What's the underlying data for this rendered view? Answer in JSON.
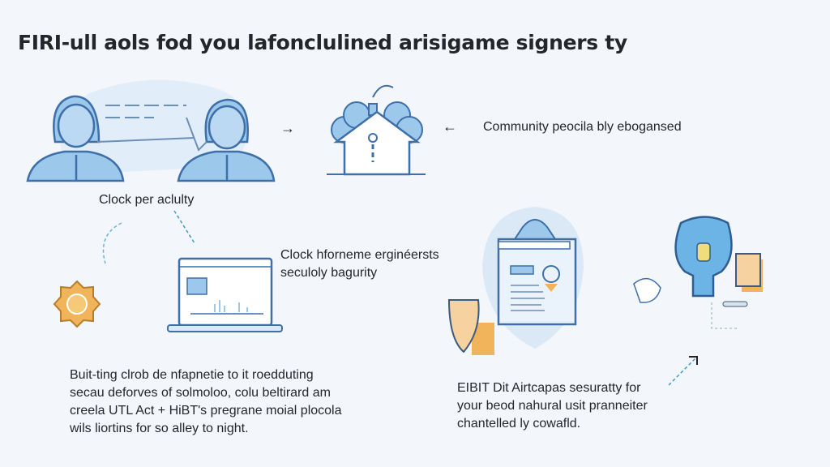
{
  "title": "FIRI-ull aols fod you lafonclulined arisigame signers ty",
  "labels": {
    "community": "Community peocila bly ebogansed",
    "clock_activity": "Clock per aclulty",
    "clock_engineers_line1": "Clock hforneme erginéersts",
    "clock_engineers_line2": "seculoly bagurity"
  },
  "paragraphs": {
    "left": [
      "Buit-ting clrob de nfapnetie to it roedduting",
      "secau deforves of solmoloo, colu beltirard am",
      "creela UTL Act + HiBT's pregrane moial plocola",
      "wils liortins for so alley to night."
    ],
    "right": [
      "EIBIT Dit Airtcapas sesuratty for",
      "your beod nahural usit pranneiter",
      "chantelled ly cowafld."
    ]
  },
  "colors": {
    "background": "#f3f6fa",
    "blue_fill": "#9cc8ec",
    "blue_stroke": "#3d6fa8",
    "light_blue": "#dbe9f7",
    "orange": "#f2b45a"
  }
}
